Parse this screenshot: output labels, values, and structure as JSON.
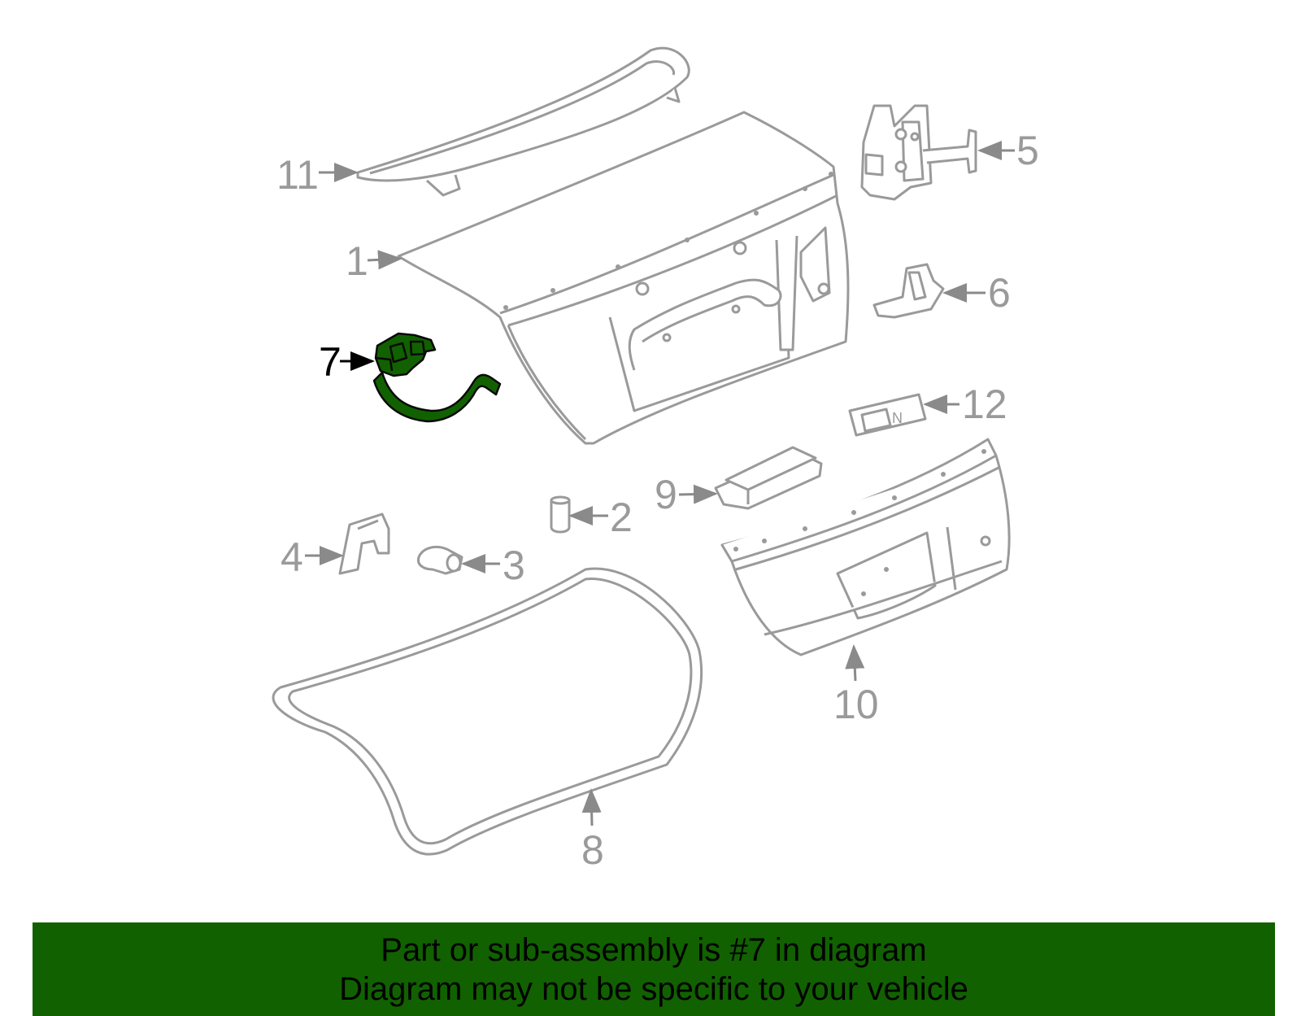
{
  "diagram": {
    "colors": {
      "part_line": "#9a9a9a",
      "highlight_fill": "#116100",
      "highlight_stroke": "#0a0a0a",
      "banner_bg": "#116100"
    },
    "highlighted_part": "7",
    "callouts": {
      "p1": "1",
      "p2": "2",
      "p3": "3",
      "p4": "4",
      "p5": "5",
      "p6": "6",
      "p7": "7",
      "p8": "8",
      "p9": "9",
      "p10": "10",
      "p11": "11",
      "p12": "12"
    }
  },
  "banner": {
    "line1": "Part or sub-assembly is #7 in diagram",
    "line2": "Diagram may not be specific to your vehicle"
  }
}
